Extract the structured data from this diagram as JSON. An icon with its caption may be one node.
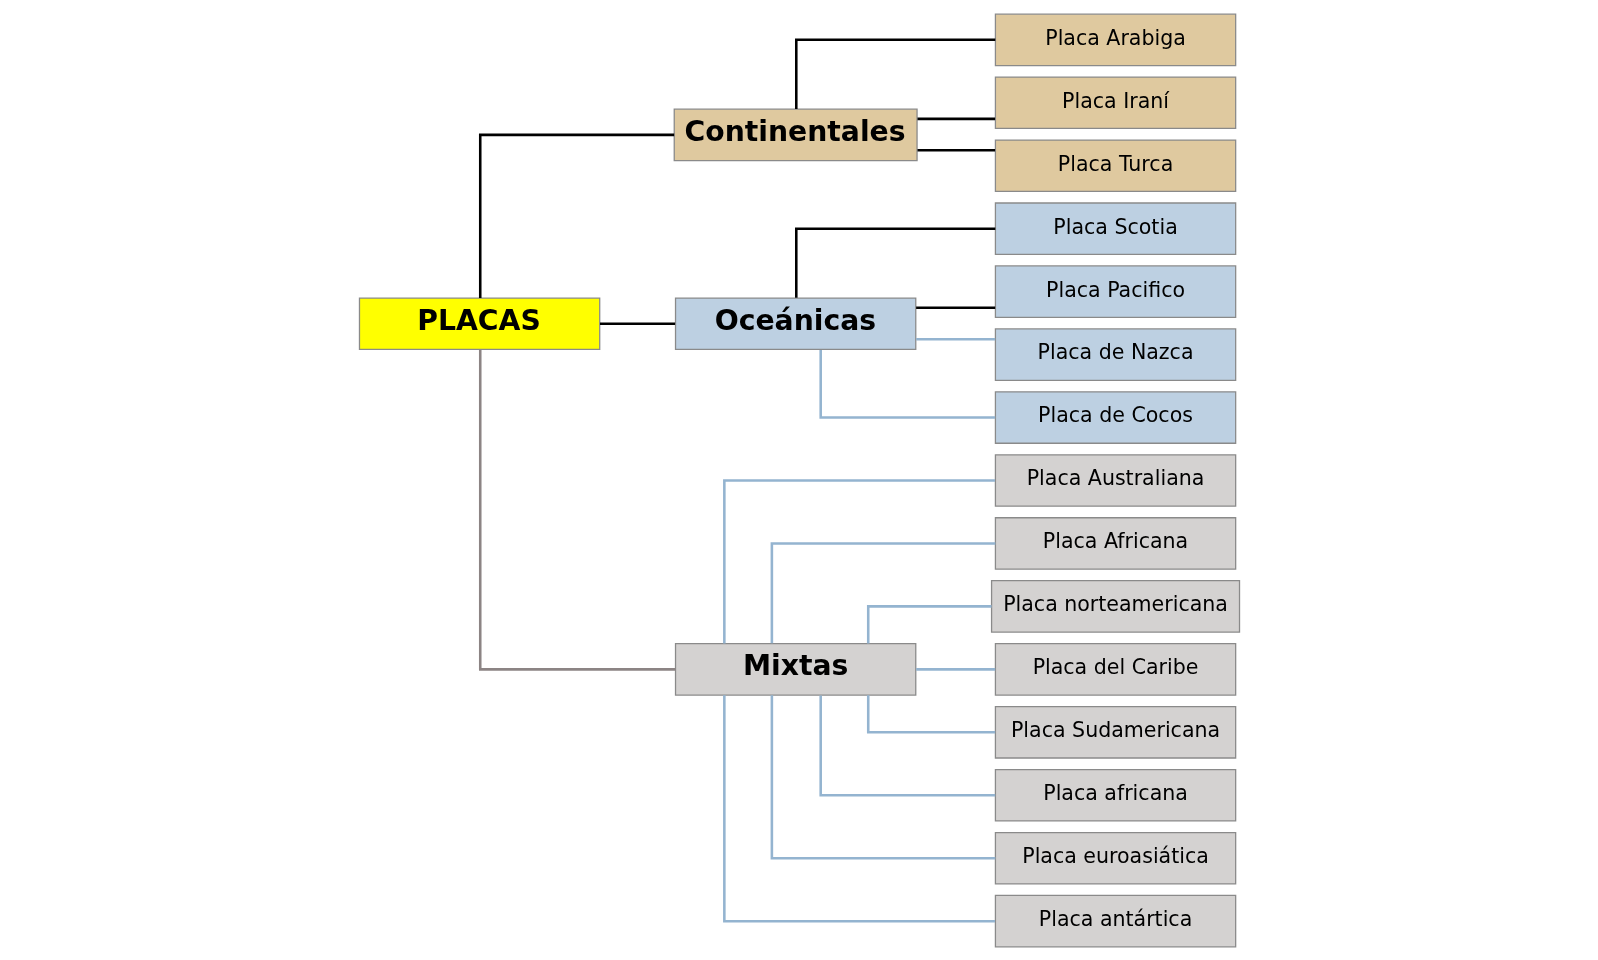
{
  "diagram": {
    "nodes": [
      {
        "text": [
          "PLACAS"
        ]
      },
      {
        "text": [
          "Continentales"
        ]
      },
      {
        "text": [
          "Oceánicas"
        ]
      },
      {
        "text": [
          "Mixtas"
        ]
      },
      {
        "text": [
          "Placa Arabiga"
        ]
      },
      {
        "text": [
          "Placa Iraní"
        ]
      },
      {
        "text": [
          "Placa Turca"
        ]
      },
      {
        "text": [
          "Placa Scotia"
        ]
      },
      {
        "text": [
          "Placa Pacifico"
        ]
      },
      {
        "text": [
          "Placa de Nazca"
        ]
      },
      {
        "text": [
          "Placa de Cocos"
        ]
      },
      {
        "text": [
          "Placa Australiana"
        ]
      },
      {
        "text": [
          "Placa Africana"
        ]
      },
      {
        "text": [
          "Placa norteamericana"
        ]
      },
      {
        "text": [
          "Placa del Caribe"
        ]
      },
      {
        "text": [
          "Placa Sudamericana"
        ]
      },
      {
        "text": [
          "Placa africana"
        ]
      },
      {
        "text": [
          "Placa euroasiática"
        ]
      },
      {
        "text": [
          "Placa antártica"
        ]
      }
    ],
    "edges": [
      {
        "from": 0,
        "to": 1,
        "arrow": "none",
        "color": "#000000"
      },
      {
        "from": 0,
        "to": 2,
        "arrow": "none",
        "color": "#000000"
      },
      {
        "from": 0,
        "to": 3,
        "arrow": "none",
        "color": "#8c8484"
      },
      {
        "from": 1,
        "to": 4,
        "arrow": "none",
        "color": "#000000"
      },
      {
        "from": 1,
        "to": 5,
        "arrow": "none",
        "color": "#000000"
      },
      {
        "from": 1,
        "to": 6,
        "arrow": "none",
        "color": "#000000"
      },
      {
        "from": 2,
        "to": 7,
        "arrow": "none",
        "color": "#000000"
      },
      {
        "from": 2,
        "to": 8,
        "arrow": "none",
        "color": "#000000"
      },
      {
        "from": 2,
        "to": 9,
        "arrow": "none"
      },
      {
        "from": 2,
        "to": 10,
        "arrow": "none"
      },
      {
        "from": 3,
        "to": 11,
        "arrow": "none"
      },
      {
        "from": 3,
        "to": 12,
        "arrow": "none"
      },
      {
        "from": 3,
        "to": 13,
        "arrow": "none"
      },
      {
        "from": 3,
        "to": 14,
        "arrow": "none"
      },
      {
        "from": 3,
        "to": 15,
        "arrow": "none"
      },
      {
        "from": 3,
        "to": 16,
        "arrow": "none"
      },
      {
        "from": 3,
        "to": 17,
        "arrow": "none"
      },
      {
        "from": 3,
        "to": 18,
        "arrow": "none"
      }
    ]
  }
}
